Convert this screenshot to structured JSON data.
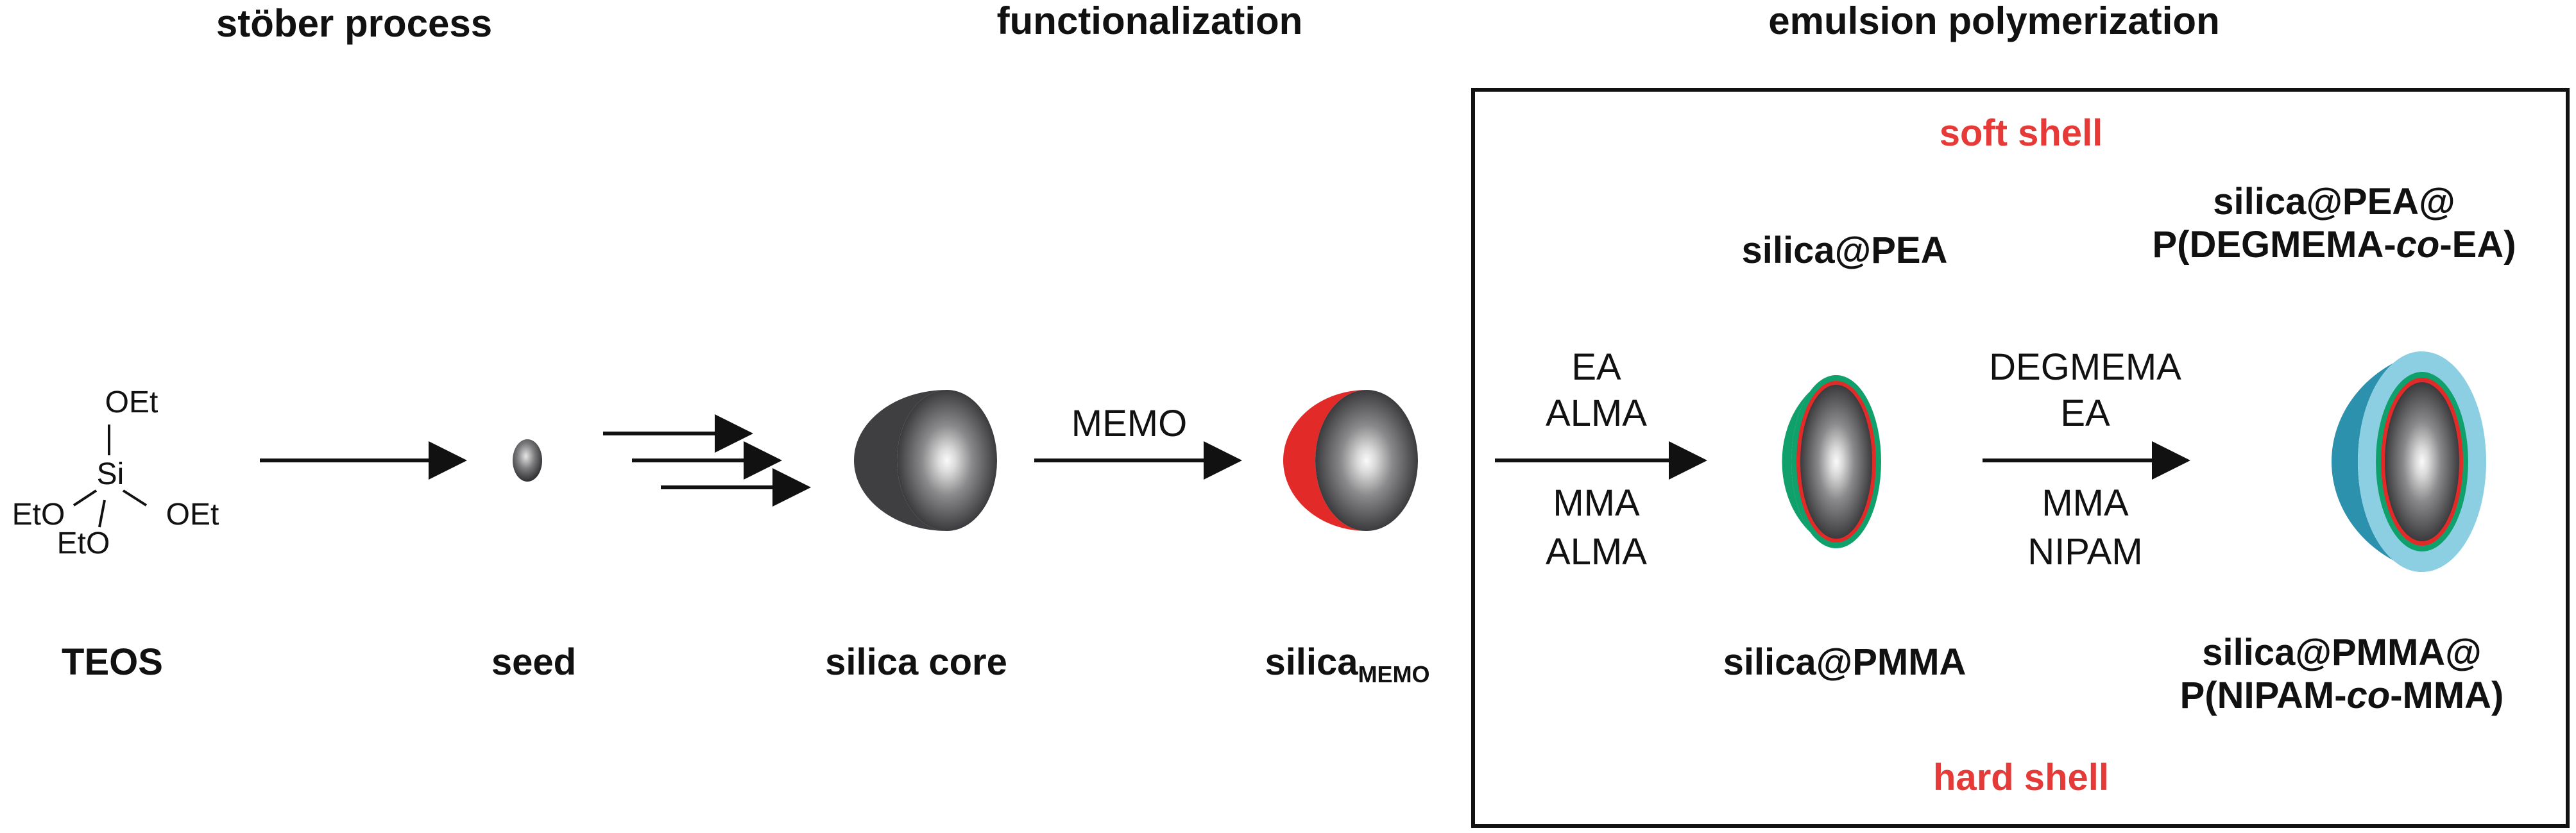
{
  "headers": {
    "stober": "stöber process",
    "functionalization": "functionalization",
    "emulsion": "emulsion polymerization"
  },
  "teos": {
    "group_top": "OEt",
    "si": "Si",
    "group_left": "EtO",
    "group_right": "OEt",
    "group_bottom": "EtO",
    "label": "TEOS"
  },
  "labels": {
    "seed": "seed",
    "silica_core": "silica core",
    "silica_memo_main": "silica",
    "silica_memo_sub": "MEMO",
    "silica_pea": "silica@PEA",
    "silica_pmma": "silica@PMMA",
    "soft_final_line1": "silica@PEA@",
    "soft_final_line2_pre": "P(DEGMEMA-",
    "soft_final_line2_it": "co",
    "soft_final_line2_post": "-EA)",
    "hard_final_line1": "silica@PMMA@",
    "hard_final_line2_pre": "P(NIPAM-",
    "hard_final_line2_it": "co",
    "hard_final_line2_post": "-MMA)"
  },
  "reagents": {
    "memo": "MEMO",
    "step1_top1": "EA",
    "step1_top2": "ALMA",
    "step1_bot1": "MMA",
    "step1_bot2": "ALMA",
    "step2_top1": "DEGMEMA",
    "step2_top2": "EA",
    "step2_bot1": "MMA",
    "step2_bot2": "NIPAM"
  },
  "shells": {
    "soft": "soft shell",
    "hard": "hard shell"
  },
  "colors": {
    "memo_layer": "#e22b28",
    "first_shell": "#10a06c",
    "outer_shell": "#2b91ad",
    "outer_shell_light": "#8ccfe3",
    "core_dark": "#3f3f42",
    "shell_label": "#e53a37"
  }
}
